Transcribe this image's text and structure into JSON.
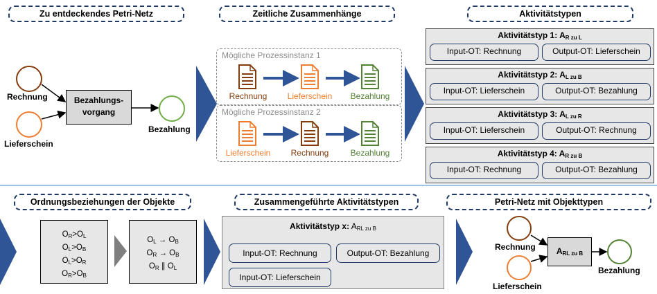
{
  "headers": {
    "petri": "Zu entdeckendes Petri-Netz",
    "zeit": "Zeitliche Zusammenhänge",
    "akt": "Aktivitätstypen",
    "ord": "Ordnungsbeziehungen der Objekte",
    "zus": "Zusammengeführte Aktivitätstypen",
    "petri2": "Petri-Netz mit Objekttypen"
  },
  "petri": {
    "rechnung": "Rechnung",
    "lieferschein": "Lieferschein",
    "transition": "Bezahlungs-\nvorgang",
    "bezahlung": "Bezahlung"
  },
  "instances": [
    {
      "title": "Mögliche Prozessinstanz 1",
      "docs": [
        "Rechnung",
        "Lieferschein",
        "Bezahlung"
      ]
    },
    {
      "title": "Mögliche Prozessinstanz 2",
      "docs": [
        "Lieferschein",
        "Rechnung",
        "Bezahlung"
      ]
    }
  ],
  "activity_types": [
    {
      "title": "Aktivitätstyp 1: A",
      "sub": "R zu L",
      "input": "Input-OT: Rechnung",
      "output": "Output-OT: Lieferschein"
    },
    {
      "title": "Aktivitätstyp 2: A",
      "sub": "L zu B",
      "input": "Input-OT: Lieferschein",
      "output": "Output-OT: Bezahlung"
    },
    {
      "title": "Aktivitätstyp 3: A",
      "sub": "L zu R",
      "input": "Input-OT: Lieferschein",
      "output": "Output-OT: Rechnung"
    },
    {
      "title": "Aktivitätstyp 4: A",
      "sub": "R zu B",
      "input": "Input-OT: Rechnung",
      "output": "Output-OT: Bezahlung"
    }
  ],
  "ordering": {
    "box1": [
      {
        "a": "O",
        "as": "R",
        "op": ">",
        "b": "O",
        "bs": "L"
      },
      {
        "a": "O",
        "as": "L",
        "op": ">",
        "b": "O",
        "bs": "B"
      },
      {
        "a": "O",
        "as": "L",
        "op": ">",
        "b": "O",
        "bs": "R"
      },
      {
        "a": "O",
        "as": "R",
        "op": ">",
        "b": "O",
        "bs": "B"
      }
    ],
    "box2": [
      {
        "a": "O",
        "as": "L",
        "op": " → ",
        "b": "O",
        "bs": "B"
      },
      {
        "a": "O",
        "as": "R",
        "op": " → ",
        "b": "O",
        "bs": "B"
      },
      {
        "a": "O",
        "as": "R",
        "op": " ∥ ",
        "b": "O",
        "bs": "L"
      }
    ]
  },
  "merged": {
    "title": "Aktivitätstyp x:",
    "a": "A",
    "sub": "RL zu B",
    "input1": "Input-OT: Rechnung",
    "output": "Output-OT: Bezahlung",
    "input2": "Input-OT: Lieferschein"
  },
  "petri2": {
    "rechnung": "Rechnung",
    "lieferschein": "Lieferschein",
    "a": "A",
    "sub": "RL zu B",
    "bezahlung": "Bezahlung"
  },
  "colors": {
    "rechnung": "#843c0c",
    "lieferschein": "#ed7d31",
    "bezahlung": "#548235",
    "arrow": "#2f5597",
    "divider": "#9dc3e6"
  }
}
